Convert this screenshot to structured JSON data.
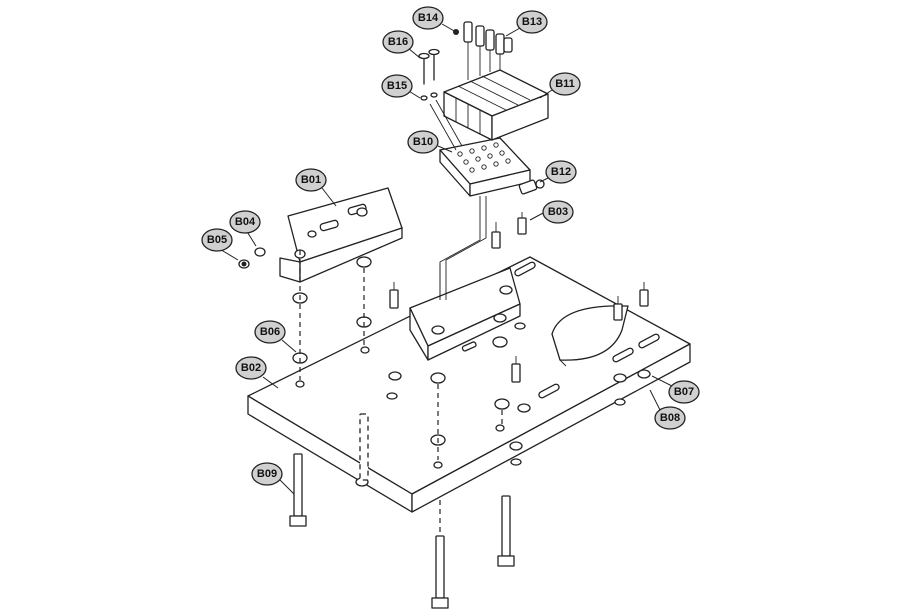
{
  "callouts": {
    "b01": "B01",
    "b02": "B02",
    "b03": "B03",
    "b04": "B04",
    "b05": "B05",
    "b06": "B06",
    "b07": "B07",
    "b08": "B08",
    "b09": "B09",
    "b10": "B10",
    "b11": "B11",
    "b12": "B12",
    "b13": "B13",
    "b14": "B14",
    "b15": "B15",
    "b16": "B16"
  }
}
